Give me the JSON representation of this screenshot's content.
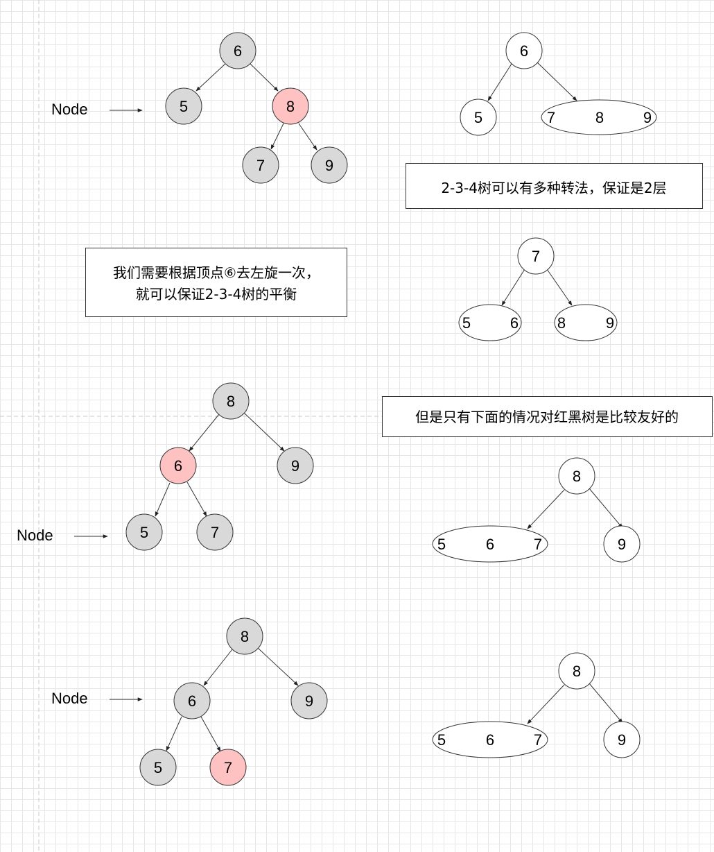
{
  "colors": {
    "gray_fill": "#d9d9d9",
    "red_fill": "#ffc2c2",
    "white_fill": "#ffffff",
    "stroke": "#333333"
  },
  "labels": {
    "node_marker": "Node"
  },
  "notes": {
    "note1": "2-3-4树可以有多种转法，保证是2层",
    "note2_line1": "我们需要根据顶点⑥去左旋一次，",
    "note2_line2": "就可以保证2-3-4树的平衡",
    "note3": "但是只有下面的情况对红黑树是比较友好的"
  },
  "trees": {
    "t1": {
      "root": "6",
      "left": "5",
      "right": "8",
      "right_left": "7",
      "right_right": "9"
    },
    "t2": {
      "root": "6",
      "left": "5",
      "right_keys": [
        "7",
        "8",
        "9"
      ]
    },
    "t3": {
      "root": "7",
      "left_keys": [
        "5",
        "6"
      ],
      "right_keys": [
        "8",
        "9"
      ]
    },
    "t4": {
      "root": "8",
      "left": "6",
      "right": "9",
      "left_left": "5",
      "left_right": "7"
    },
    "t5": {
      "root": "8",
      "left_keys": [
        "5",
        "6",
        "7"
      ],
      "right": "9"
    },
    "t6": {
      "root": "8",
      "left": "6",
      "right": "9",
      "left_left": "5",
      "left_right": "7"
    },
    "t7": {
      "root": "8",
      "left_keys": [
        "5",
        "6",
        "7"
      ],
      "right": "9"
    }
  }
}
